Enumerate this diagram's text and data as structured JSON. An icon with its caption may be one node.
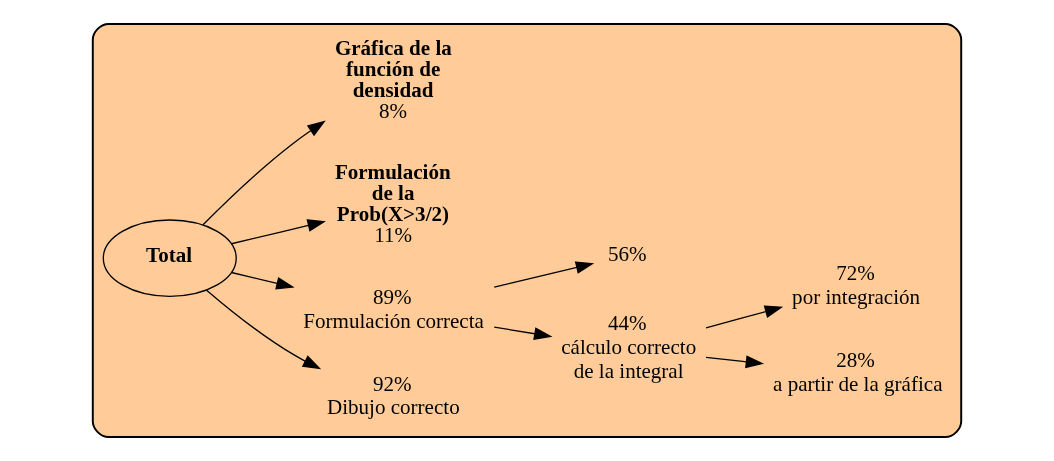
{
  "diagram": {
    "nodes": [
      {
        "text": [],
        "shape": "box"
      },
      {
        "text": [
          "Total"
        ],
        "in": 0
      },
      {
        "text": [
          "Gráfica de la función de densidad",
          "8%"
        ],
        "in": 0
      },
      {
        "text": [
          "Formulación de la Prob(X>3/2)",
          "11%"
        ],
        "in": 0
      },
      {
        "text": [
          "89%",
          "Formulación correcta"
        ],
        "in": 0
      },
      {
        "text": [
          "56%"
        ],
        "in": 0
      },
      {
        "text": [
          "92%",
          "Dibujo correcto"
        ],
        "in": 0
      },
      {
        "text": [
          "44%",
          "cálculo correcto de la integral"
        ],
        "in": 0
      },
      {
        "text": [
          "72%",
          "por integración"
        ],
        "in": 0
      },
      {
        "text": [
          "28%",
          "a partir de la gráfica"
        ],
        "in": 0
      }
    ],
    "edges": [
      {
        "from": 1,
        "to": 2,
        "arrow": "to"
      },
      {
        "from": 1,
        "to": 3,
        "arrow": "to"
      },
      {
        "from": 1,
        "to": 4,
        "arrow": "to"
      },
      {
        "from": 1,
        "to": 6,
        "arrow": "to"
      },
      {
        "from": 4,
        "to": 5,
        "arrow": "to"
      },
      {
        "from": 4,
        "to": 7,
        "arrow": "to"
      },
      {
        "from": 7,
        "to": 8,
        "arrow": "to"
      },
      {
        "from": 7,
        "to": 9,
        "arrow": "to"
      }
    ]
  }
}
